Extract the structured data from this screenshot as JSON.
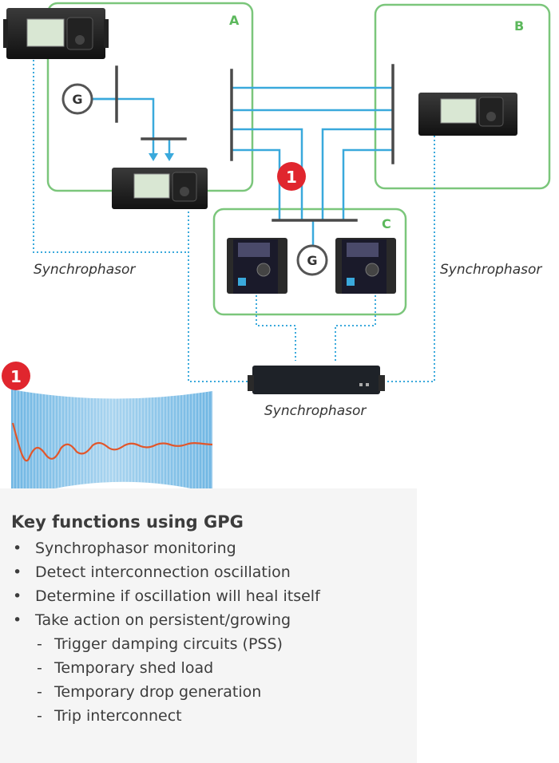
{
  "zones": {
    "a": "A",
    "b": "B",
    "c": "C"
  },
  "generator_label": "G",
  "marker_label": "1",
  "synchrophasor_labels": [
    "Synchrophasor",
    "Synchrophasor",
    "Synchrophasor"
  ],
  "panel": {
    "title": "Key functions using GPG",
    "items": [
      {
        "text": "Synchrophasor monitoring",
        "level": 1
      },
      {
        "text": "Detect interconnection oscillation",
        "level": 1
      },
      {
        "text": "Determine if oscillation will heal itself",
        "level": 1
      },
      {
        "text": "Take action on persistent/growing",
        "level": 1
      },
      {
        "text": "Trigger damping circuits (PSS)",
        "level": 2
      },
      {
        "text": "Temporary shed load",
        "level": 2
      },
      {
        "text": "Temporary drop generation",
        "level": 2
      },
      {
        "text": "Trip interconnect",
        "level": 2
      }
    ]
  },
  "colors": {
    "zone": "#7bc67b",
    "line": "#3aa9dc",
    "marker": "#e0262e",
    "wave": "#e2562a",
    "bus": "#4a4a4a"
  }
}
